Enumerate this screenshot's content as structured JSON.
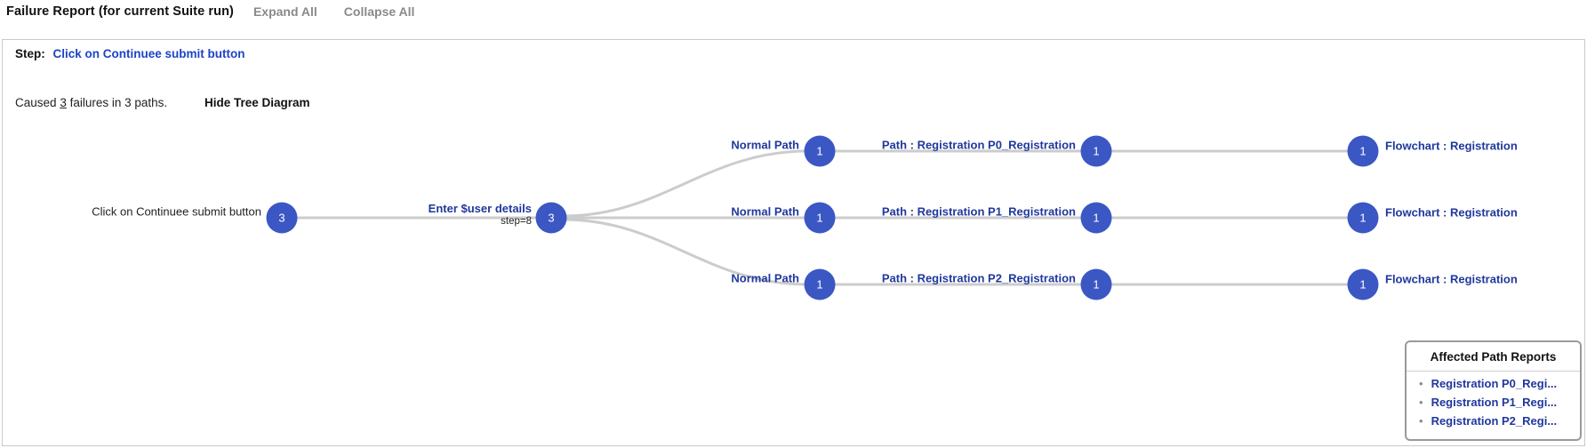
{
  "header": {
    "title": "Failure Report (for current Suite run)",
    "expand_all": "Expand All",
    "collapse_all": "Collapse All"
  },
  "report": {
    "step_label": "Step:",
    "step_link": "Click on Continuee submit button",
    "caused_prefix": "Caused",
    "failure_count": "3",
    "caused_suffix": "failures in 3 paths.",
    "toggle_label": "Hide Tree Diagram"
  },
  "tree": {
    "root": {
      "label": "Click on Continuee submit button",
      "count": "3"
    },
    "step_node": {
      "label": "Enter $user details",
      "sublabel": "step=8",
      "count": "3"
    },
    "rows": [
      {
        "branch_label": "Normal Path",
        "branch_count": "1",
        "path_label": "Path : Registration P0_Registration",
        "path_count": "1",
        "flow_count": "1",
        "flow_label": "Flowchart : Registration"
      },
      {
        "branch_label": "Normal Path",
        "branch_count": "1",
        "path_label": "Path : Registration P1_Registration",
        "path_count": "1",
        "flow_count": "1",
        "flow_label": "Flowchart : Registration"
      },
      {
        "branch_label": "Normal Path",
        "branch_count": "1",
        "path_label": "Path : Registration P2_Registration",
        "path_count": "1",
        "flow_count": "1",
        "flow_label": "Flowchart : Registration"
      }
    ]
  },
  "affected_panel": {
    "title": "Affected Path Reports",
    "items": [
      "Registration P0_Regi...",
      "Registration P1_Regi...",
      "Registration P2_Regi..."
    ]
  },
  "colors": {
    "node_fill": "#3b57c4",
    "wire": "#cccccc",
    "link_blue": "#20389d",
    "step_link_blue": "#1c44c8",
    "muted_gray": "#8a8a8a"
  }
}
